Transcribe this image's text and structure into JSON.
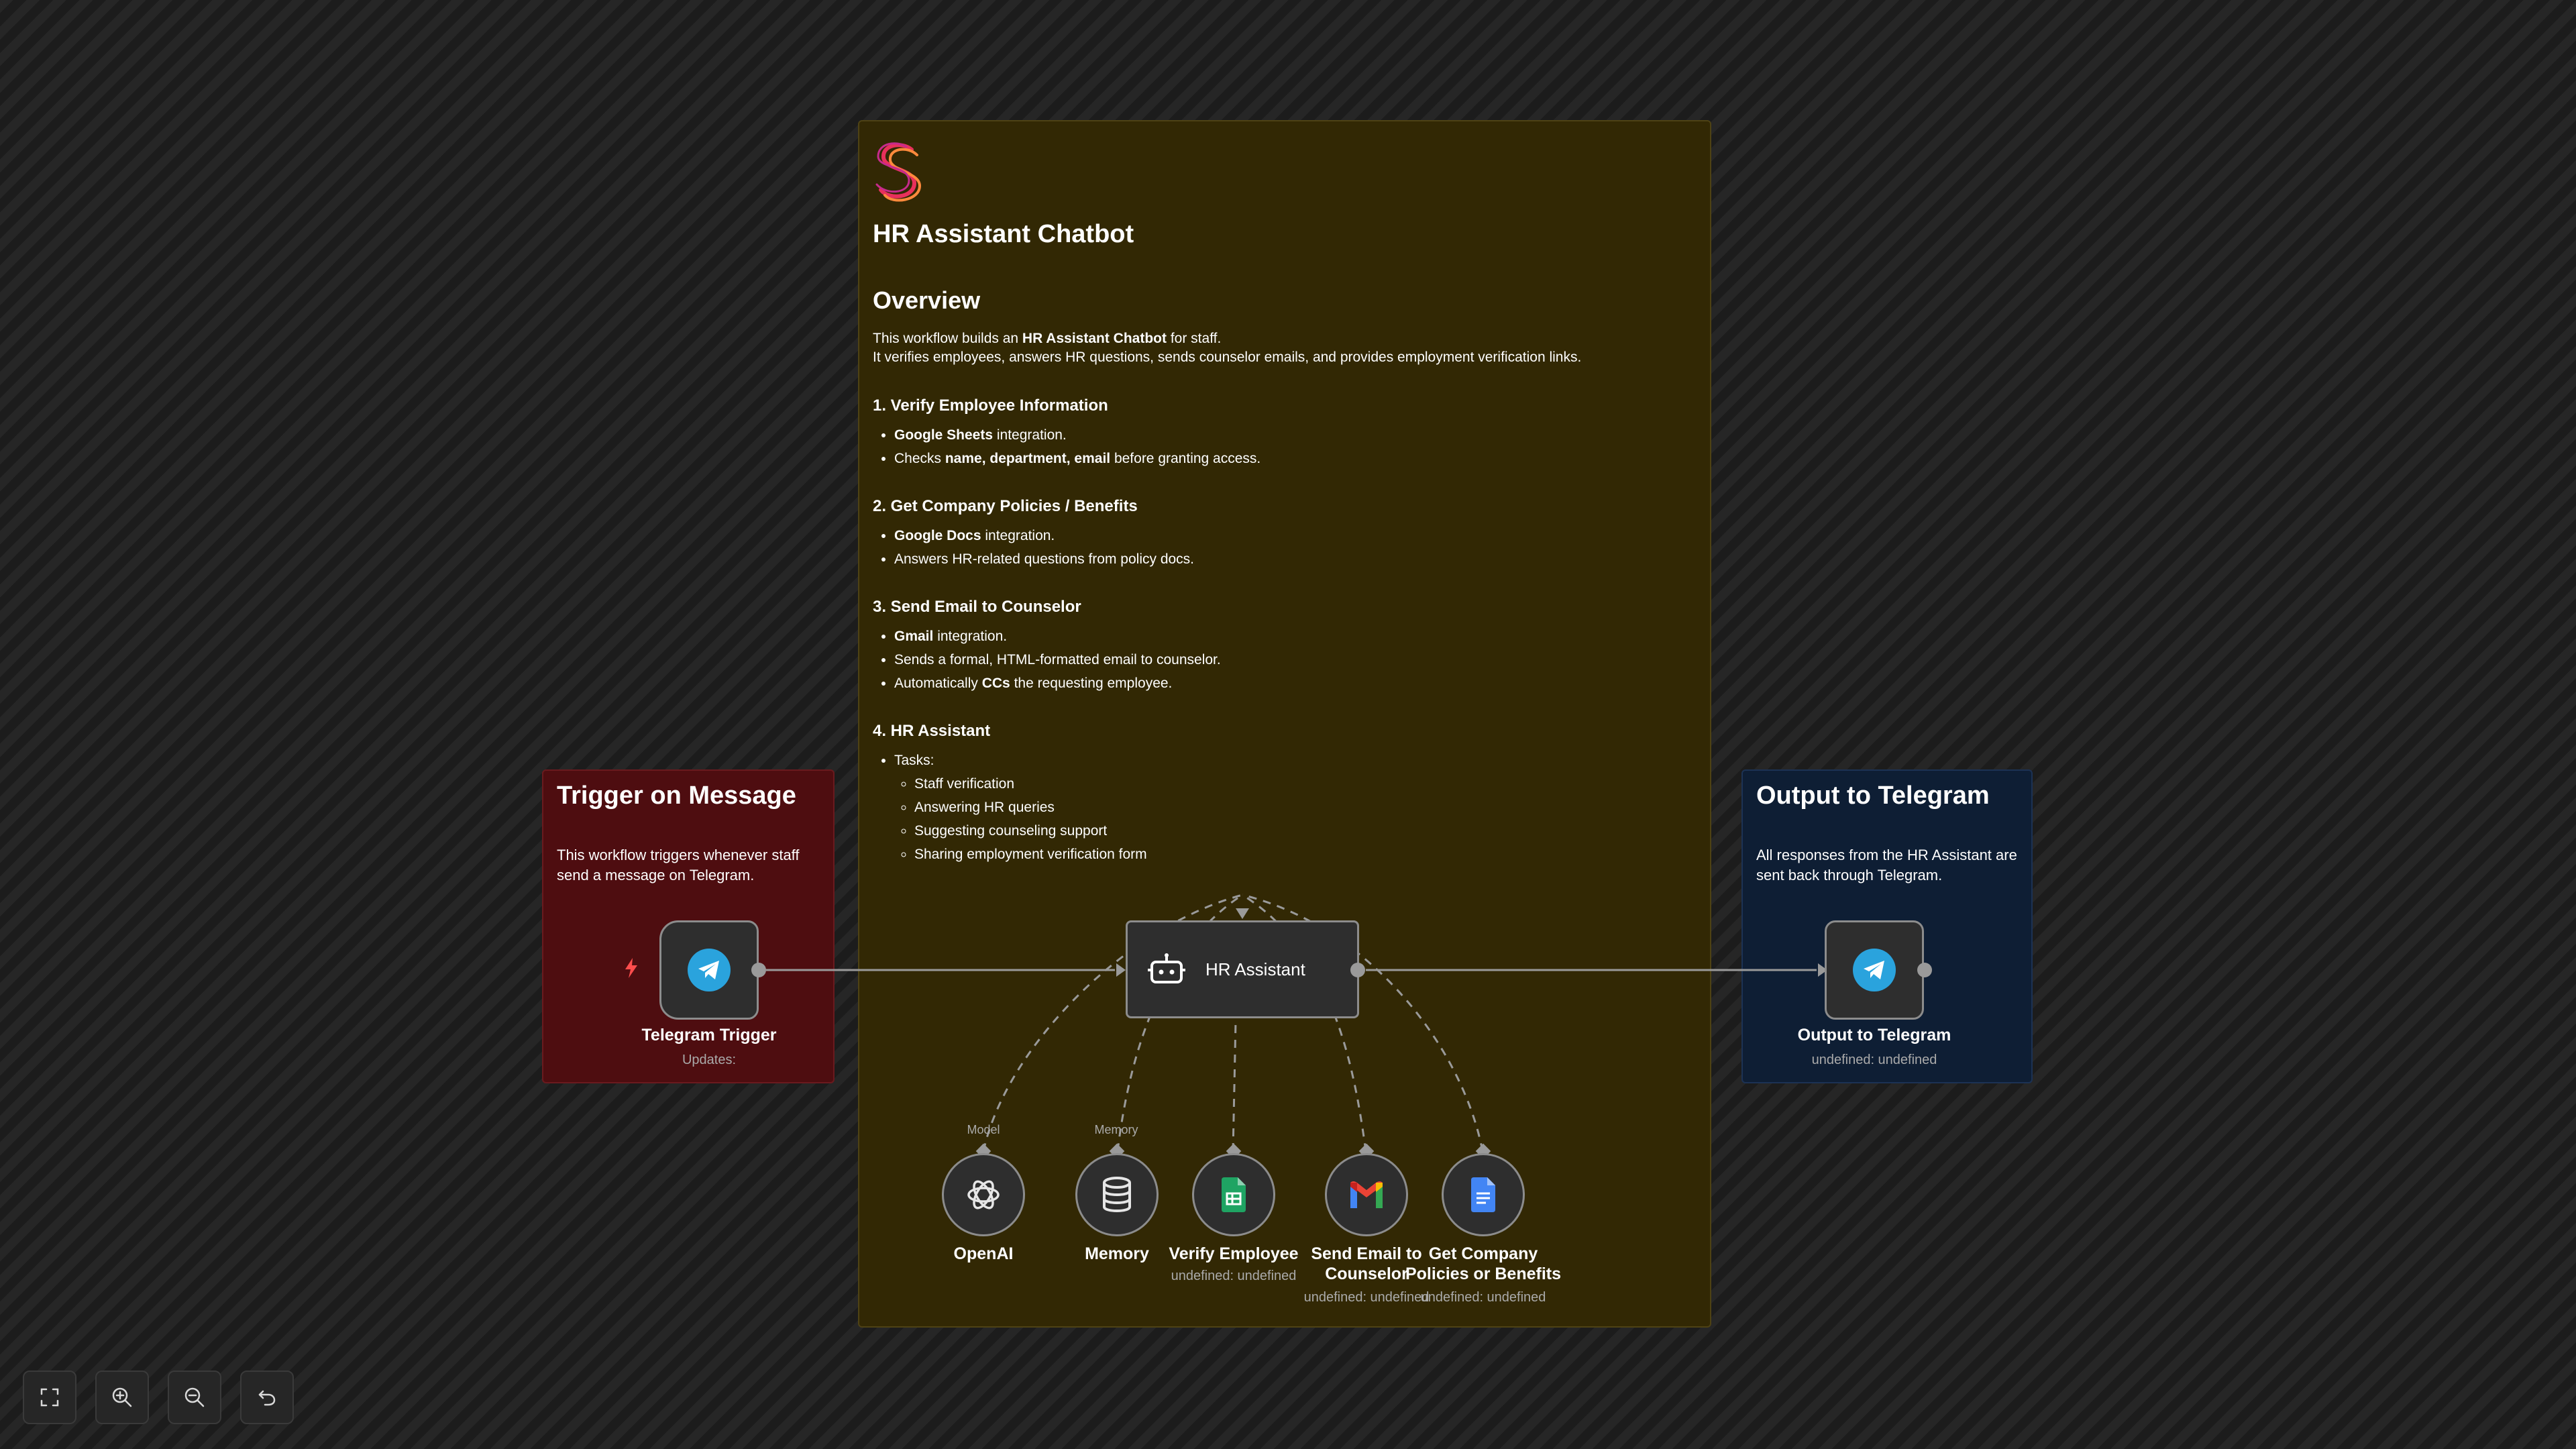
{
  "main_note": {
    "title": "HR Assistant Chatbot",
    "overview_heading": "Overview",
    "intro_pre": "This workflow builds an ",
    "intro_bold": "HR Assistant Chatbot",
    "intro_post": " for staff.",
    "intro_line2": "It verifies employees, answers HR questions, sends counselor emails, and provides employment verification links.",
    "sections": [
      {
        "heading": "1. Verify Employee Information",
        "b1_bold": "Google Sheets",
        "b1_rest": " integration.",
        "b2_pre": "Checks ",
        "b2_bold": "name, department, email",
        "b2_post": " before granting access."
      },
      {
        "heading": "2. Get Company Policies / Benefits",
        "b1_bold": "Google Docs",
        "b1_rest": " integration.",
        "b2": "Answers HR-related questions from policy docs."
      },
      {
        "heading": "3. Send Email to Counselor",
        "b1_bold": "Gmail",
        "b1_rest": " integration.",
        "b2": "Sends a formal, HTML-formatted email to counselor.",
        "b3_pre": "Automatically ",
        "b3_bold": "CCs",
        "b3_post": " the requesting employee."
      },
      {
        "heading": "4. HR Assistant",
        "tasks_label": "Tasks:",
        "tasks": [
          "Staff verification",
          "Answering HR queries",
          "Suggesting counseling support",
          "Sharing employment verification form"
        ]
      }
    ]
  },
  "trigger_note": {
    "title": "Trigger on Message",
    "text": "This workflow triggers whenever staff send a message on Telegram."
  },
  "output_note": {
    "title": "Output to Telegram",
    "text": "All responses from the HR Assistant are sent back through Telegram."
  },
  "nodes": {
    "telegram_trigger": {
      "label": "Telegram Trigger",
      "sub": "Updates:"
    },
    "hr_assistant": {
      "label": "HR Assistant"
    },
    "output_telegram": {
      "label": "Output to Telegram",
      "sub": "undefined: undefined"
    },
    "openai": {
      "label": "OpenAI",
      "port": "Model"
    },
    "memory": {
      "label": "Memory",
      "port": "Memory"
    },
    "verify_employee": {
      "label": "Verify Employee",
      "sub": "undefined: undefined"
    },
    "send_email": {
      "label_line1": "Send Email to",
      "label_line2": "Counselor",
      "sub": "undefined: undefined"
    },
    "get_policies": {
      "label_line1": "Get Company",
      "label_line2": "Policies or Benefits",
      "sub": "undefined: undefined"
    }
  },
  "controls": [
    "fullscreen-icon",
    "zoom-in-icon",
    "zoom-out-icon",
    "undo-icon"
  ],
  "colors": {
    "main_note_bg": "#322804",
    "trigger_note_bg": "#4e0d10",
    "output_note_bg": "#0e1e34",
    "telegram_blue": "#2aa3dd",
    "sheets_green": "#1fa463",
    "docs_blue": "#4285f4",
    "trigger_bolt": "#ff4d4d"
  }
}
